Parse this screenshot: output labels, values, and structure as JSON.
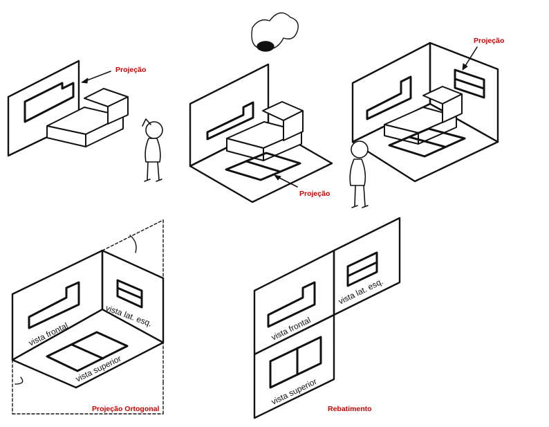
{
  "labels": {
    "projecao_1": "Projeção",
    "projecao_2": "Projeção",
    "projecao_3": "Projeção",
    "projecao_ortogonal": "Projeção Ortogonal",
    "rebatimento": "Rebatimento"
  },
  "views": {
    "frontal": "vista frontal",
    "lateral": "vista lat. esq.",
    "superior": "vista superior"
  },
  "colors": {
    "label_red": "#d00000",
    "ink": "#111111"
  }
}
